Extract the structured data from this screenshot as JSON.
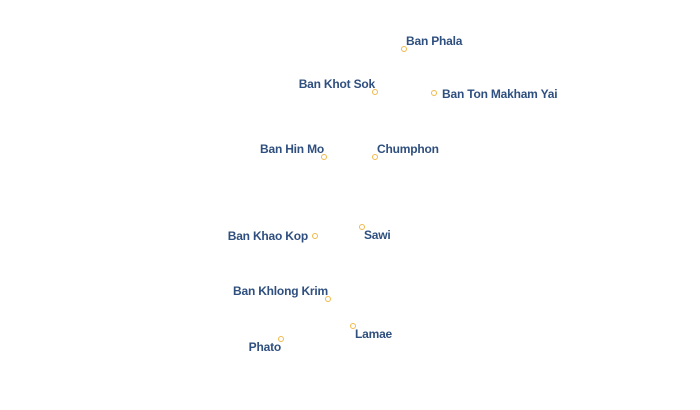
{
  "places": [
    {
      "name": "Ban Phala",
      "color": "#2f4f7f"
    },
    {
      "name": "Ban Khot Sok",
      "color": "#2f4f7f"
    },
    {
      "name": "Ban Ton Makham Yai",
      "color": "#2f4f7f"
    },
    {
      "name": "Ban Hin Mo",
      "color": "#2f4f7f"
    },
    {
      "name": "Chumphon",
      "color": "#2f4f7f"
    },
    {
      "name": "Ban Khao Kop",
      "color": "#2f4f7f"
    },
    {
      "name": "Sawi",
      "color": "#2f4f7f"
    },
    {
      "name": "Ban Khlong Krim",
      "color": "#2f4f7f"
    },
    {
      "name": "Lamae",
      "color": "#2f4f7f"
    },
    {
      "name": "Phato",
      "color": "#2f4f7f"
    }
  ],
  "marker_color": "#f2b84b"
}
